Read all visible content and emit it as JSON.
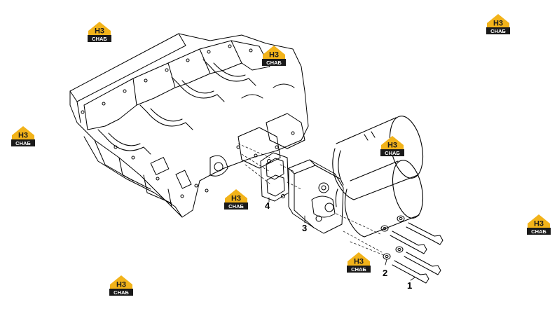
{
  "diagram": {
    "callouts": [
      {
        "id": "1",
        "label": "1"
      },
      {
        "id": "2",
        "label": "2"
      },
      {
        "id": "3",
        "label": "3"
      },
      {
        "id": "4",
        "label": "4"
      }
    ],
    "parts": [
      "engine-block",
      "gasket",
      "filter-head",
      "oil-filters",
      "washers",
      "bolts"
    ]
  },
  "watermark": {
    "brand_text": "H3",
    "sub_text": "СНАБ",
    "colors": {
      "roof": "#f2b31a",
      "plate": "#1a1a1a",
      "text": "#ffffff"
    }
  }
}
